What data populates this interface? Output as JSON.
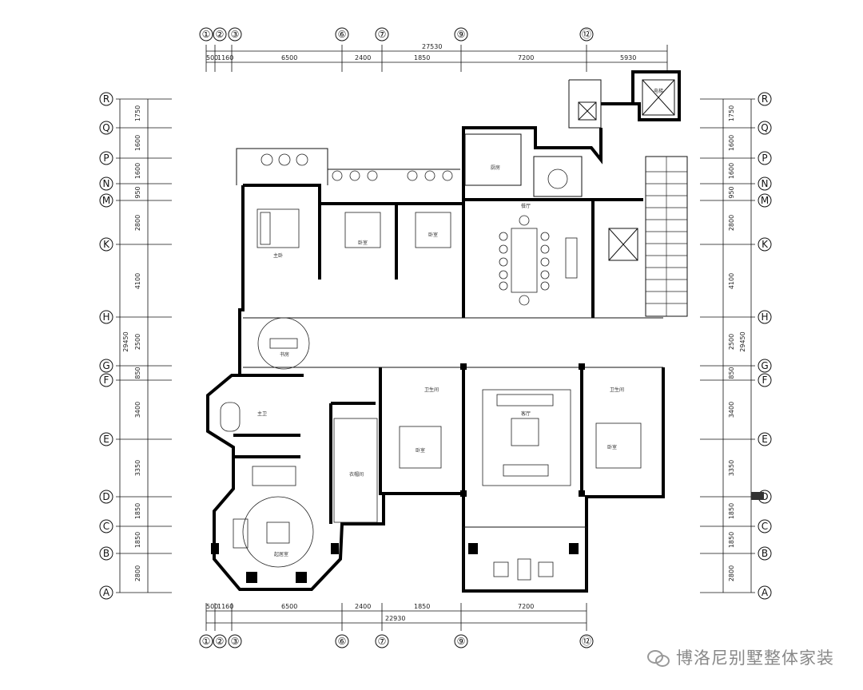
{
  "top_axes": [
    "①",
    "②",
    "③",
    "⑥",
    "⑦",
    "⑨",
    "⑫"
  ],
  "left_axes": [
    "R",
    "Q",
    "P",
    "N",
    "M",
    "K",
    "H",
    "G",
    "F",
    "E",
    "D",
    "C",
    "B",
    "A"
  ],
  "top_total": "27530",
  "bottom_total": "22930",
  "top_dims": [
    "500",
    "1160",
    "6500",
    "2400",
    "1850",
    "7200",
    "5930"
  ],
  "bottom_dims": [
    "500",
    "1160",
    "6500",
    "2400",
    "1850",
    "7200"
  ],
  "left_dims": [
    "1750",
    "1600",
    "1600",
    "950",
    "2800",
    "4100",
    "2500",
    "850",
    "3400",
    "3350",
    "1850",
    "1850",
    "2800"
  ],
  "side_total": "29450",
  "rooms": [
    "主卧",
    "卧室",
    "卧室",
    "餐厅",
    "厨房",
    "书房",
    "主卫",
    "卫生间",
    "客厅",
    "卧室",
    "卧室",
    "起居室",
    "衣帽间",
    "电梯",
    "卫生间"
  ],
  "watermark": "博洛尼别墅整体家装"
}
